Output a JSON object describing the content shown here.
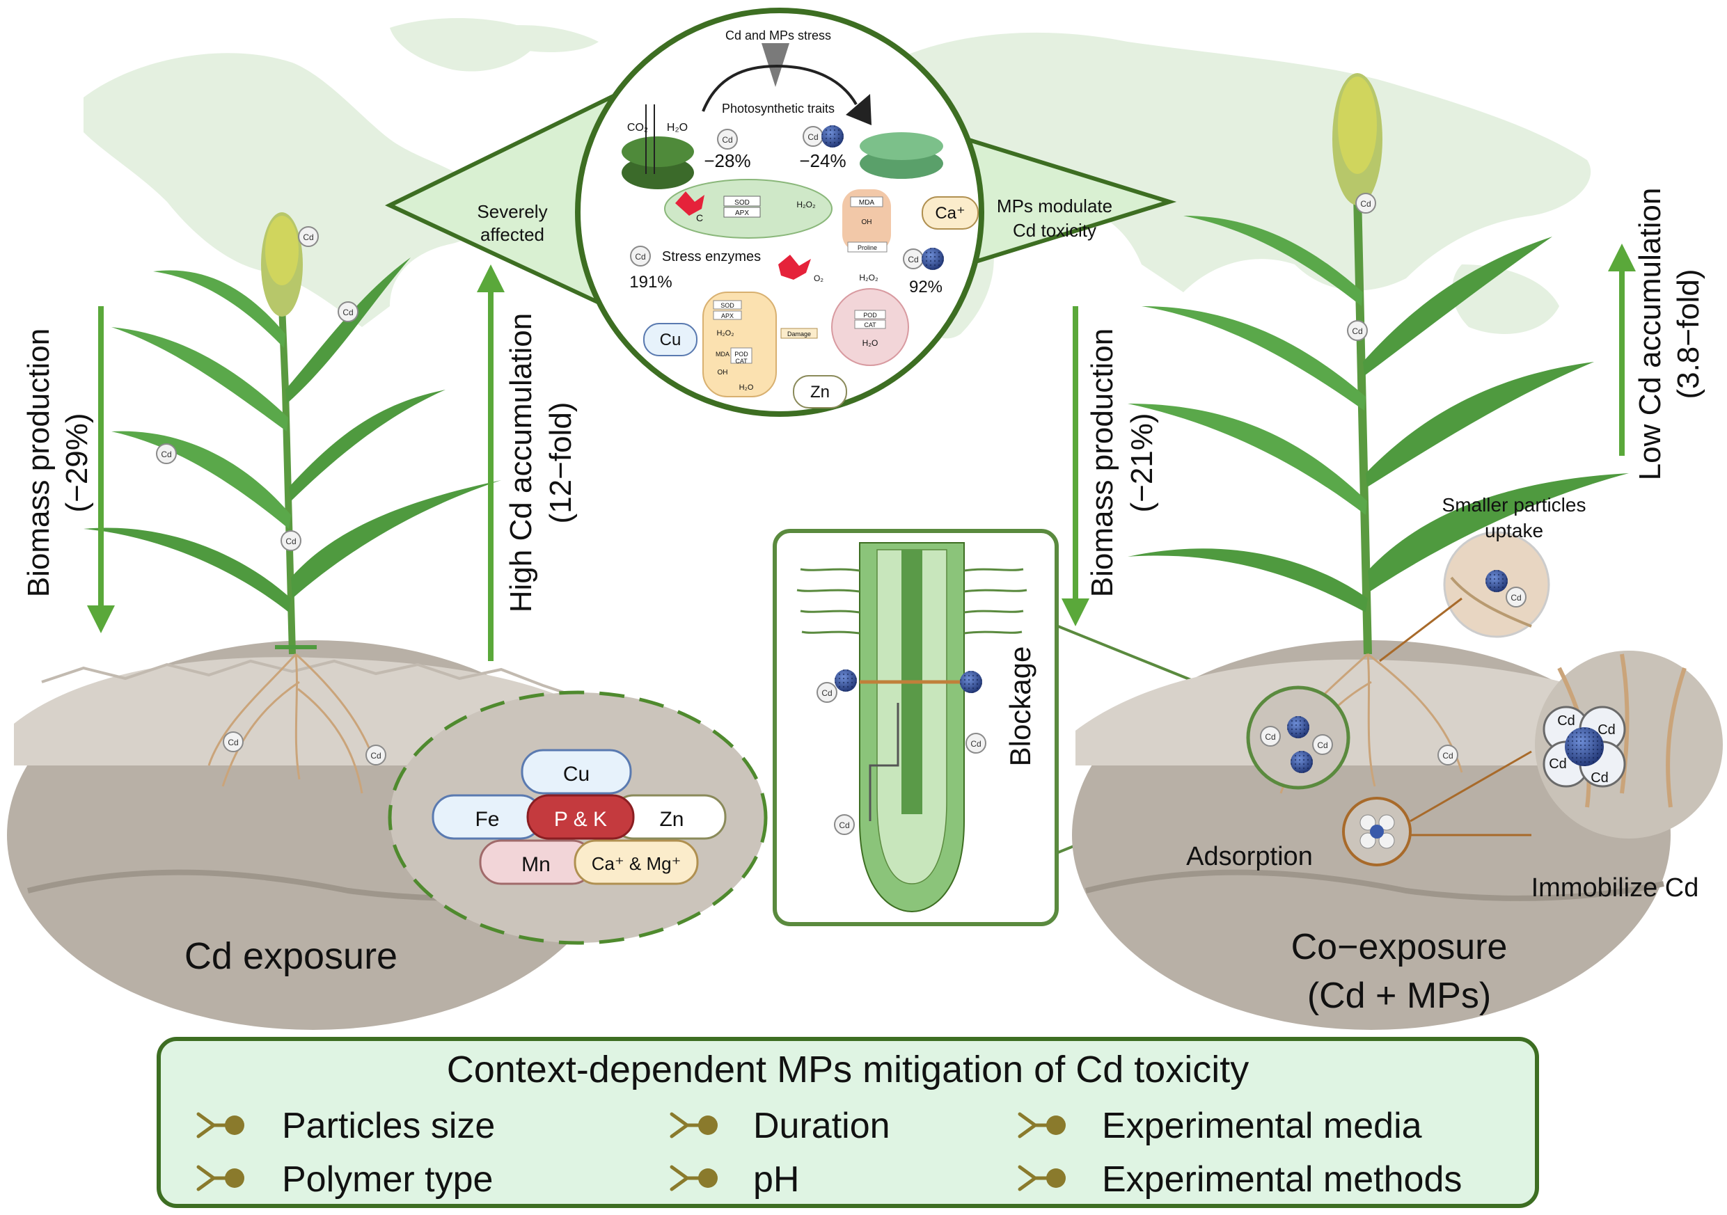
{
  "left_panel": {
    "biomass_title": "Biomass production",
    "biomass_value": "(−29%)",
    "accum_title": "High Cd accumulation",
    "accum_value": "(12−fold)",
    "soil_label": "Cd exposure"
  },
  "right_panel": {
    "biomass_title": "Biomass production",
    "biomass_value": "(−21%)",
    "accum_title": "Low Cd accumulation",
    "accum_value": "(3.8−fold)",
    "soil_label_line1": "Co−exposure",
    "soil_label_line2": "(Cd + MPs)",
    "smaller_particles_line1": "Smaller particles",
    "smaller_particles_line2": "uptake",
    "adsorption": "Adsorption",
    "immobilize": "Immobilize Cd"
  },
  "center_panel": {
    "stress_header": "Cd and MPs  stress",
    "photosynthetic": "Photosynthetic traits",
    "co2": "CO₂",
    "h2o": "H₂O",
    "cd_photo_value": "−28%",
    "mp_photo_value": "−24%",
    "severely_line1": "Severely",
    "severely_line2": "affected",
    "modulate_line1": "MPs modulate",
    "modulate_line2": "Cd toxicity",
    "stress_enzymes": "Stress enzymes",
    "cd_enzyme_value": "191%",
    "mp_enzyme_value": "92%",
    "ca_plus": "Ca⁺",
    "cu": "Cu",
    "zn": "Zn",
    "sod": "SOD",
    "apx": "APX",
    "h2o2": "H₂O₂",
    "mda": "MDA",
    "oh": "OH",
    "proline": "Proline",
    "pod": "POD",
    "cat": "CAT",
    "damage": "Damage",
    "o2": "O₂",
    "c": "C"
  },
  "root_panel": {
    "blockage": "Blockage"
  },
  "nutrients": {
    "cu": "Cu",
    "fe": "Fe",
    "pk": "P & K",
    "zn": "Zn",
    "mn": "Mn",
    "camg": "Ca⁺ & Mg⁺"
  },
  "cd_badge": "Cd",
  "bottom_box": {
    "title": "Context-dependent MPs mitigation of Cd toxicity",
    "factors": [
      "Particles size",
      "Duration",
      "Experimental media",
      "Polymer type",
      "pH",
      "Experimental methods"
    ]
  },
  "colors": {
    "green_arrow": "#5aa83a",
    "dark_green": "#3a6e2a",
    "leaf": "#4f9a3f",
    "soil": "#b8b0a6",
    "soil_top": "#d8d2ca",
    "map": "#e4f0e0",
    "box_fill": "#dff4e3",
    "mp_blue": "#2e4a9a",
    "factor_icon": "#8a7a2c"
  },
  "icons": [
    "cd-badge-icon",
    "microplastic-icon",
    "factor-icon",
    "arrow-down-icon",
    "arrow-up-icon"
  ]
}
